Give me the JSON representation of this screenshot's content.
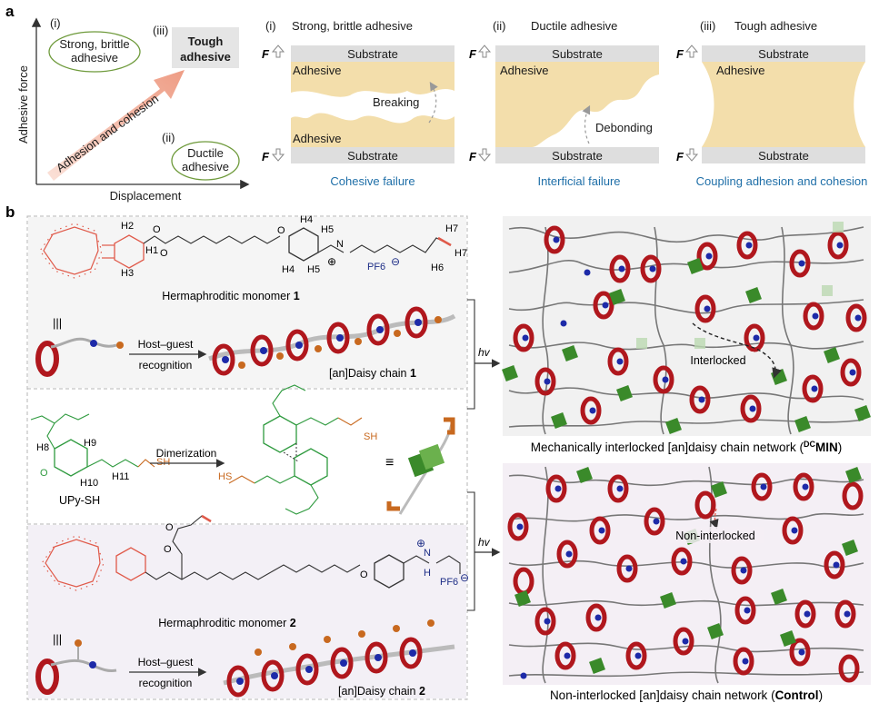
{
  "panel_a": {
    "letter": "a",
    "graph": {
      "y_label": "Adhesive force",
      "x_label": "Displacement",
      "arrow_label": "Adhesion and cohesion",
      "items": [
        {
          "num": "(i)",
          "line1": "Strong, brittle",
          "line2": "adhesive"
        },
        {
          "num": "(ii)",
          "line1": "Ductile",
          "line2": "adhesive"
        },
        {
          "num": "(iii)",
          "line1": "Tough",
          "line2": "adhesive"
        }
      ]
    },
    "schematics": [
      {
        "num": "(i)",
        "title": "Strong, brittle adhesive",
        "substrate": "Substrate",
        "adhesive": "Adhesive",
        "note": "Breaking",
        "failure": "Cohesive failure"
      },
      {
        "num": "(ii)",
        "title": "Ductile adhesive",
        "substrate": "Substrate",
        "adhesive": "Adhesive",
        "note": "Debonding",
        "failure": "Interficial failure"
      },
      {
        "num": "(iii)",
        "title": "Tough adhesive",
        "substrate": "Substrate",
        "adhesive": "Adhesive",
        "failure": "Coupling adhesion and cohesion"
      }
    ],
    "force_symbol": "F"
  },
  "panel_b": {
    "letter": "b",
    "monomer1": {
      "label": "Hermaphroditic monomer ",
      "num": "1",
      "counterion": "PF6",
      "h_labels": [
        "H2",
        "H1",
        "H3",
        "H4",
        "H5",
        "H4",
        "H5",
        "H7",
        "H7",
        "H6"
      ]
    },
    "step1": {
      "line1": "Host–guest",
      "line2": "recognition"
    },
    "chain1": {
      "label": "[an]Daisy chain ",
      "num": "1"
    },
    "upy": {
      "name": "UPy-SH",
      "step": "Dimerization",
      "h_labels": [
        "H8",
        "H9",
        "H10",
        "H11"
      ],
      "equiv": "≡"
    },
    "monomer2": {
      "label": "Hermaphroditic monomer ",
      "num": "2",
      "counterion": "PF6"
    },
    "step2": {
      "line1": "Host–guest",
      "line2": "recognition"
    },
    "chain2": {
      "label": "[an]Daisy chain ",
      "num": "2"
    },
    "hv": "hv",
    "network_top": {
      "caption_pre": "Mechanically interlocked [an]daisy chain network (",
      "sup": "DC",
      "bold": "MIN",
      "caption_post": ")",
      "note": "Interlocked"
    },
    "network_bottom": {
      "caption_pre": "Non-interlocked [an]daisy chain network (",
      "bold": "Control",
      "caption_post": ")",
      "note": "Non-interlocked"
    }
  }
}
